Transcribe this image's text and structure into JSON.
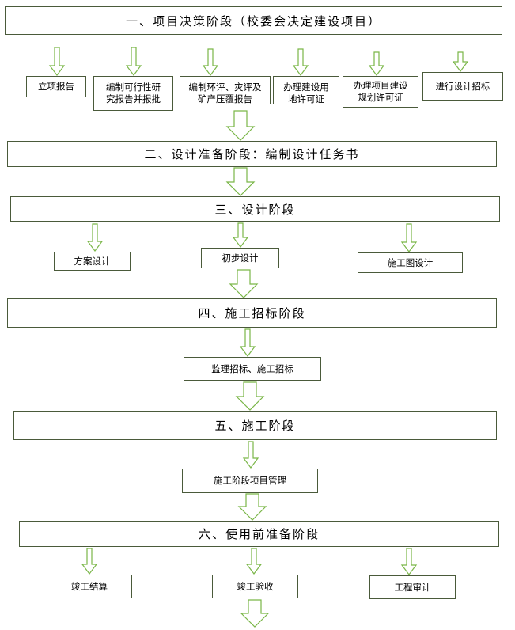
{
  "stages": [
    {
      "label": "一、项目决策阶段（校委会决定建设项目）"
    },
    {
      "label": "二、设计准备阶段：编制设计任务书"
    },
    {
      "label": "三、设计阶段"
    },
    {
      "label": "四、施工招标阶段"
    },
    {
      "label": "五、施工阶段"
    },
    {
      "label": "六、使用前准备阶段"
    }
  ],
  "stage1_items": [
    {
      "line1": "立项报告",
      "line2": ""
    },
    {
      "line1": "编制可行性研",
      "line2": "究报告并报批"
    },
    {
      "line1": "编制环评、灾评及",
      "line2": "矿产压覆报告"
    },
    {
      "line1": "办理建设用",
      "line2": "地许可证"
    },
    {
      "line1": "办理项目建设",
      "line2": "规划许可证"
    },
    {
      "line1": "进行设计招标",
      "line2": ""
    }
  ],
  "stage3_items": [
    {
      "label": "方案设计"
    },
    {
      "label": "初步设计"
    },
    {
      "label": "施工图设计"
    }
  ],
  "stage4_items": [
    {
      "label": "监理招标、施工招标"
    }
  ],
  "stage5_items": [
    {
      "label": "施工阶段项目管理"
    }
  ],
  "stage6_items": [
    {
      "label": "竣工结算"
    },
    {
      "label": "竣工验收"
    },
    {
      "label": "工程审计"
    }
  ],
  "colors": {
    "arrow_stroke": "#7ab648",
    "arrow_fill": "#ffffff",
    "box_border": "#4a5a3a"
  }
}
